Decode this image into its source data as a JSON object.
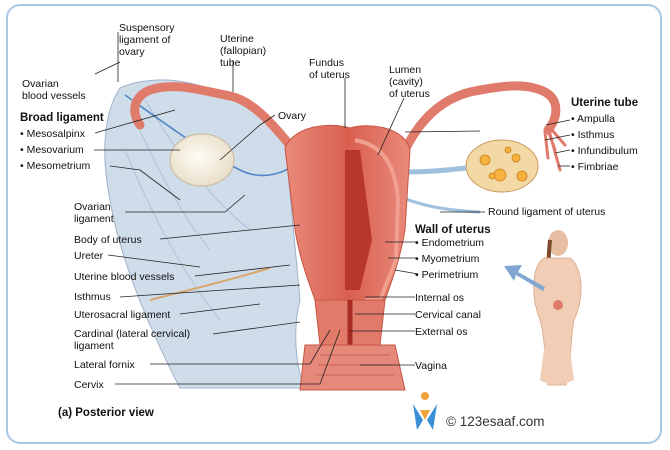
{
  "labels": {
    "suspensory": [
      "Suspensory",
      "ligament of",
      "ovary"
    ],
    "uterine_tube_top": [
      "Uterine",
      "(fallopian)",
      "tube"
    ],
    "fundus": [
      "Fundus",
      "of uterus"
    ],
    "lumen": [
      "Lumen",
      "(cavity)",
      "of uterus"
    ],
    "ovarian_vessels": [
      "Ovarian",
      "blood vessels"
    ],
    "ovary": "Ovary",
    "ovarian_ligament": [
      "Ovarian",
      "ligament"
    ],
    "body_of_uterus": "Body of uterus",
    "ureter": "Ureter",
    "uterine_vessels": "Uterine blood vessels",
    "isthmus_left": "Isthmus",
    "uterosacral": "Uterosacral ligament",
    "cardinal": [
      "Cardinal (lateral cervical)",
      "ligament"
    ],
    "lateral_fornix": "Lateral fornix",
    "cervix": "Cervix",
    "round_ligament": "Round ligament of uterus",
    "internal_os": "Internal os",
    "cervical_canal": "Cervical canal",
    "external_os": "External os",
    "vagina": "Vagina"
  },
  "broad_ligament": {
    "title": "Broad ligament",
    "items": [
      "• Mesosalpinx",
      "• Mesovarium",
      "• Mesometrium"
    ]
  },
  "uterine_tube_parts": {
    "title": "Uterine tube",
    "items": [
      "• Ampulla",
      "• Isthmus",
      "• Infundibulum",
      "• Fimbriae"
    ]
  },
  "wall_of_uterus": {
    "title": "Wall of uterus",
    "items": [
      "• Endometrium",
      "• Myometrium",
      "• Perimetrium"
    ]
  },
  "caption": "(a) Posterior view",
  "watermark": "© 123esaaf.com",
  "colors": {
    "border": "#a9c8e6",
    "uterus": "#e2776a",
    "ligament": "#c9d6e6",
    "arrow": "#7fa7d1"
  }
}
